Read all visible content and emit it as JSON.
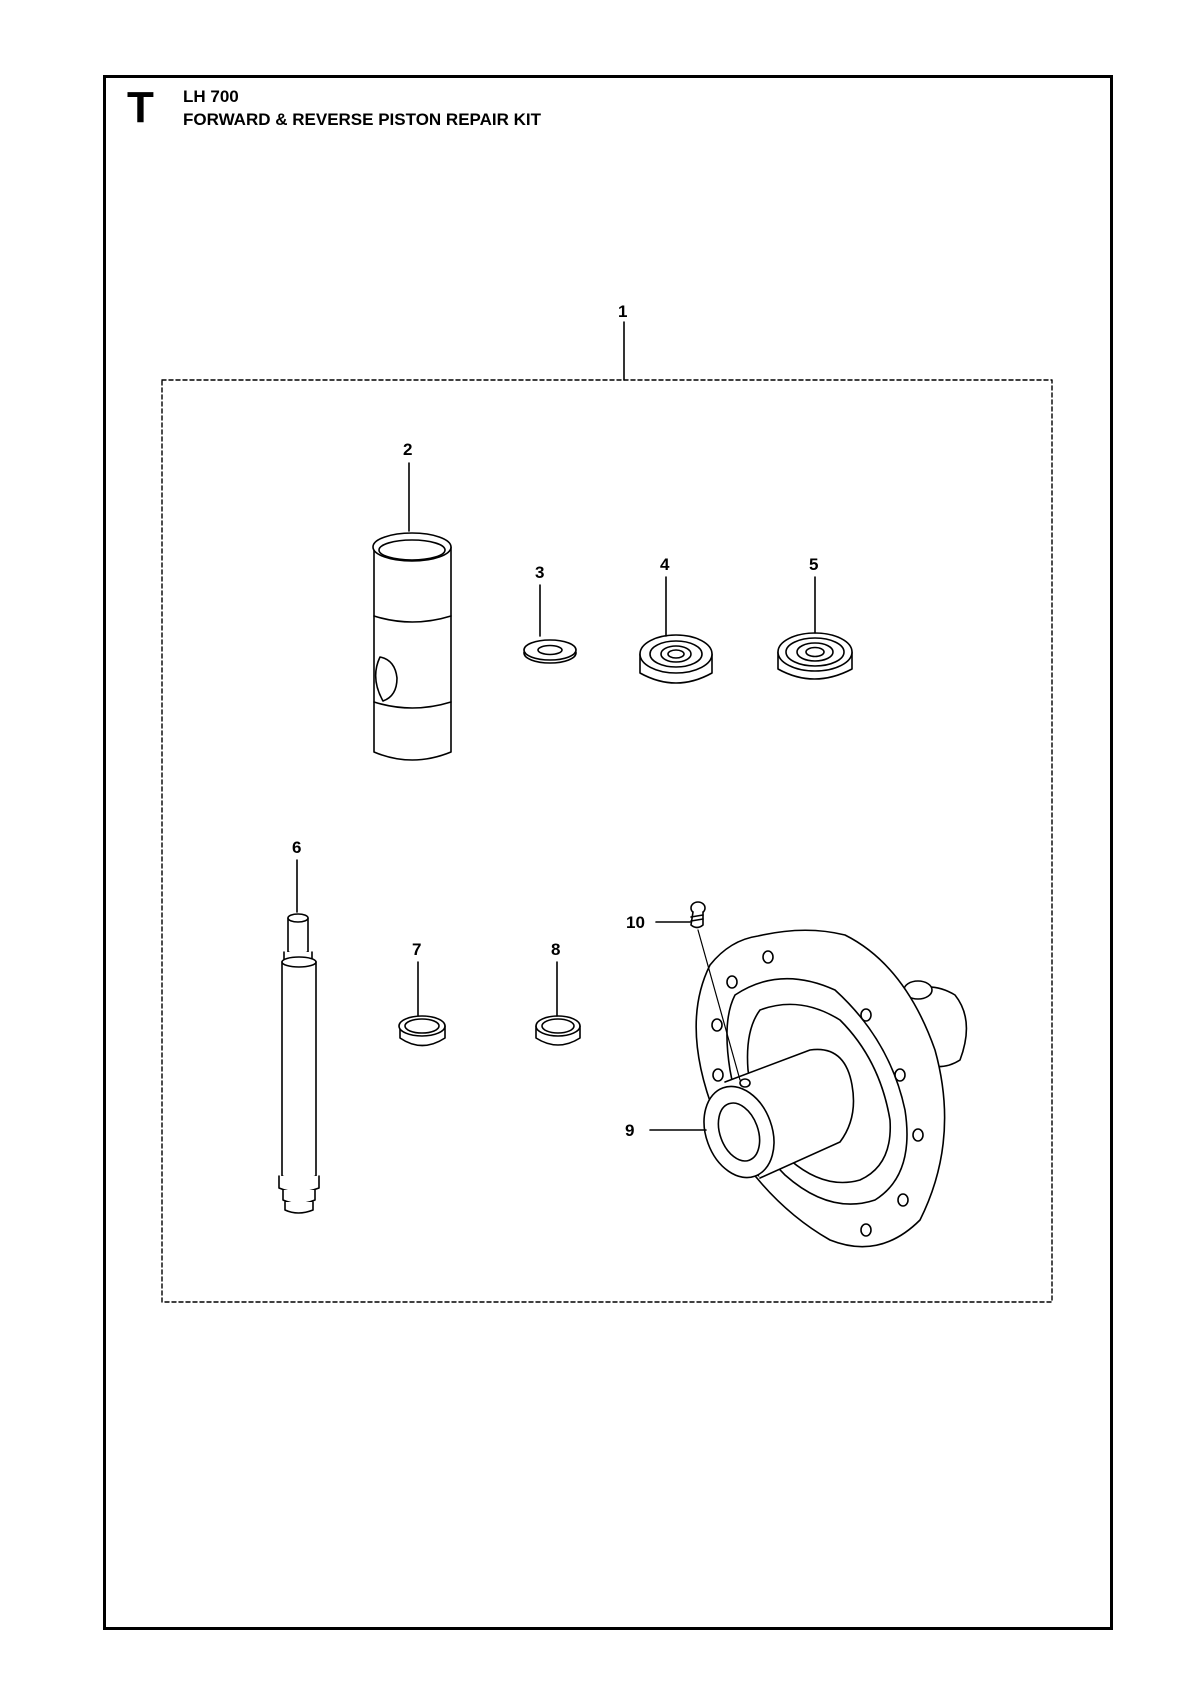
{
  "page": {
    "section_letter": "T",
    "model": "LH 700",
    "title": "FORWARD & REVERSE PISTON REPAIR KIT"
  },
  "callouts": {
    "c1": "1",
    "c2": "2",
    "c3": "3",
    "c4": "4",
    "c5": "5",
    "c6": "6",
    "c7": "7",
    "c8": "8",
    "c9": "9",
    "c10": "10"
  }
}
